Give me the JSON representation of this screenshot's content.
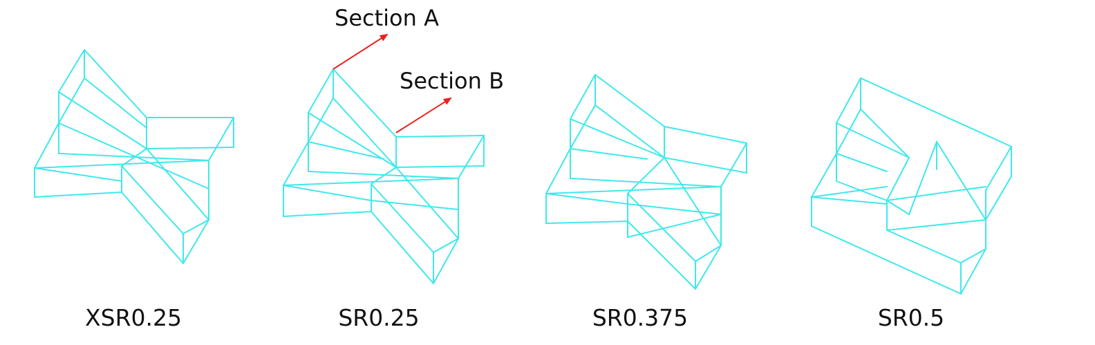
{
  "colors": {
    "wireframe": "#3fe8ec",
    "arrow": "#e8221d",
    "text": "#111111",
    "background": "#ffffff"
  },
  "panels": [
    {
      "caption": "XSR0.25"
    },
    {
      "caption": "SR0.25"
    },
    {
      "caption": "SR0.375"
    },
    {
      "caption": "SR0.5"
    }
  ],
  "callouts": {
    "section_a": "Section A",
    "section_b": "Section B"
  }
}
